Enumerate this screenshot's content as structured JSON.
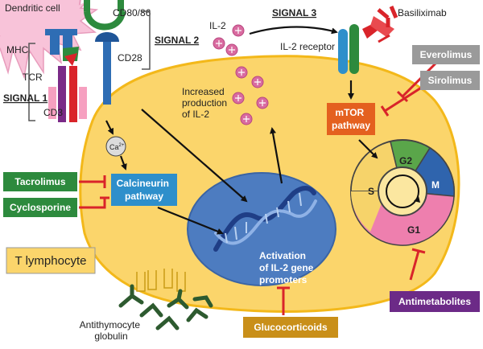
{
  "labels": {
    "dendritic_cell": "Dendritic cell",
    "cd80_86": "CD80/86",
    "mhc": "MHC",
    "tcr": "TCR",
    "cd3": "CD3",
    "cd28": "CD28",
    "signal1": "SIGNAL 1",
    "signal2": "SIGNAL 2",
    "signal3": "SIGNAL 3",
    "il2": "IL-2",
    "il2_receptor": "IL-2 receptor",
    "basiliximab": "Basiliximab",
    "ca": "Ca",
    "ca_sup": "2+",
    "increased_production": [
      "Increased",
      "production",
      "of IL-2"
    ],
    "t_lymphocyte": "T lymphocyte",
    "antithymocyte": [
      "Antithymocyte",
      "globulin"
    ],
    "activation": [
      "Activation",
      "of IL-2 gene",
      "promoters"
    ],
    "calcineurin": [
      "Calcineurin",
      "pathway"
    ],
    "mtor": [
      "mTOR",
      "pathway"
    ],
    "cycle": {
      "g1": "G1",
      "g2": "G2",
      "s": "S",
      "m": "M"
    }
  },
  "drugs": {
    "tacrolimus": "Tacrolimus",
    "cyclosporine": "Cyclosporine",
    "everolimus": "Everolimus",
    "sirolimus": "Sirolimus",
    "antimetabolites": "Antimetabolites",
    "glucocorticoids": "Glucocorticoids"
  },
  "colors": {
    "cell_fill": "#fbd56b",
    "cell_stroke": "#f3b81a",
    "nucleus": "#4d7cc0",
    "dendritic": "#f8c3d9",
    "green_drug": "#2d8a3d",
    "grey_drug": "#9a9a9a",
    "purple_drug": "#6c2a87",
    "gold_drug": "#c98f19",
    "calcineurin": "#2e8fcb",
    "mtor": "#e4601f",
    "inhibitor": "#d9242a",
    "il2": "#d96ba0"
  }
}
